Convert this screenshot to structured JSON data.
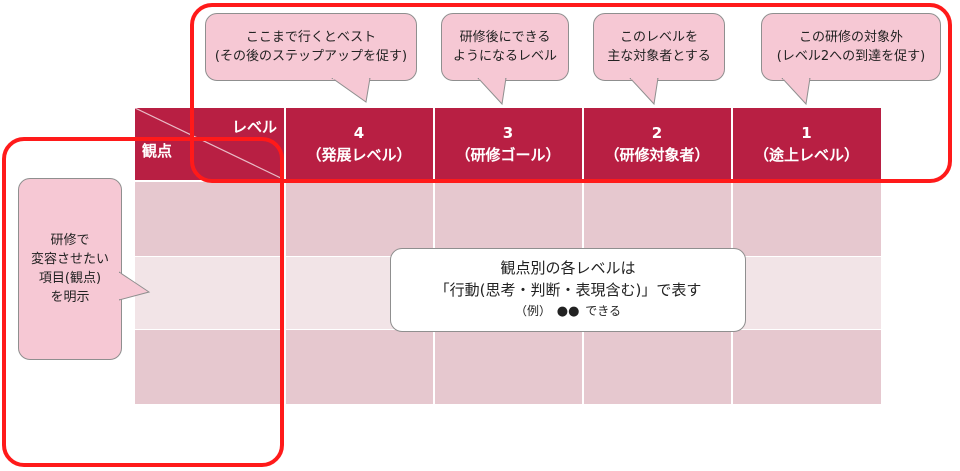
{
  "table": {
    "corner": {
      "top_label": "レベル",
      "bottom_label": "観点"
    },
    "columns": [
      {
        "number": "4",
        "label": "（発展レベル）"
      },
      {
        "number": "3",
        "label": "（研修ゴール）"
      },
      {
        "number": "2",
        "label": "（研修対象者）"
      },
      {
        "number": "1",
        "label": "（途上レベル）"
      }
    ]
  },
  "callouts_top": [
    {
      "line1": "ここまで行くとベスト",
      "line2": "(その後のステップアップを促す)"
    },
    {
      "line1": "研修後にできる",
      "line2": "ようになるレベル"
    },
    {
      "line1": "このレベルを",
      "line2": "主な対象者とする"
    },
    {
      "line1": "この研修の対象外",
      "line2": "(レベル2への到達を促す)"
    }
  ],
  "callout_left": {
    "line1": "研修で",
    "line2": "変容させたい",
    "line3": "項目(観点)",
    "line4": "を明示"
  },
  "center_note": {
    "line1": "観点別の各レベルは",
    "line2": "「行動(思考・判断・表現含む)」で表す",
    "example_prefix": "（例）",
    "example_marks": "●●",
    "example_suffix": "できる"
  },
  "colors": {
    "header": "#b81f43",
    "callout_fill": "#f6c8d4",
    "frame": "#ff1a1a"
  }
}
